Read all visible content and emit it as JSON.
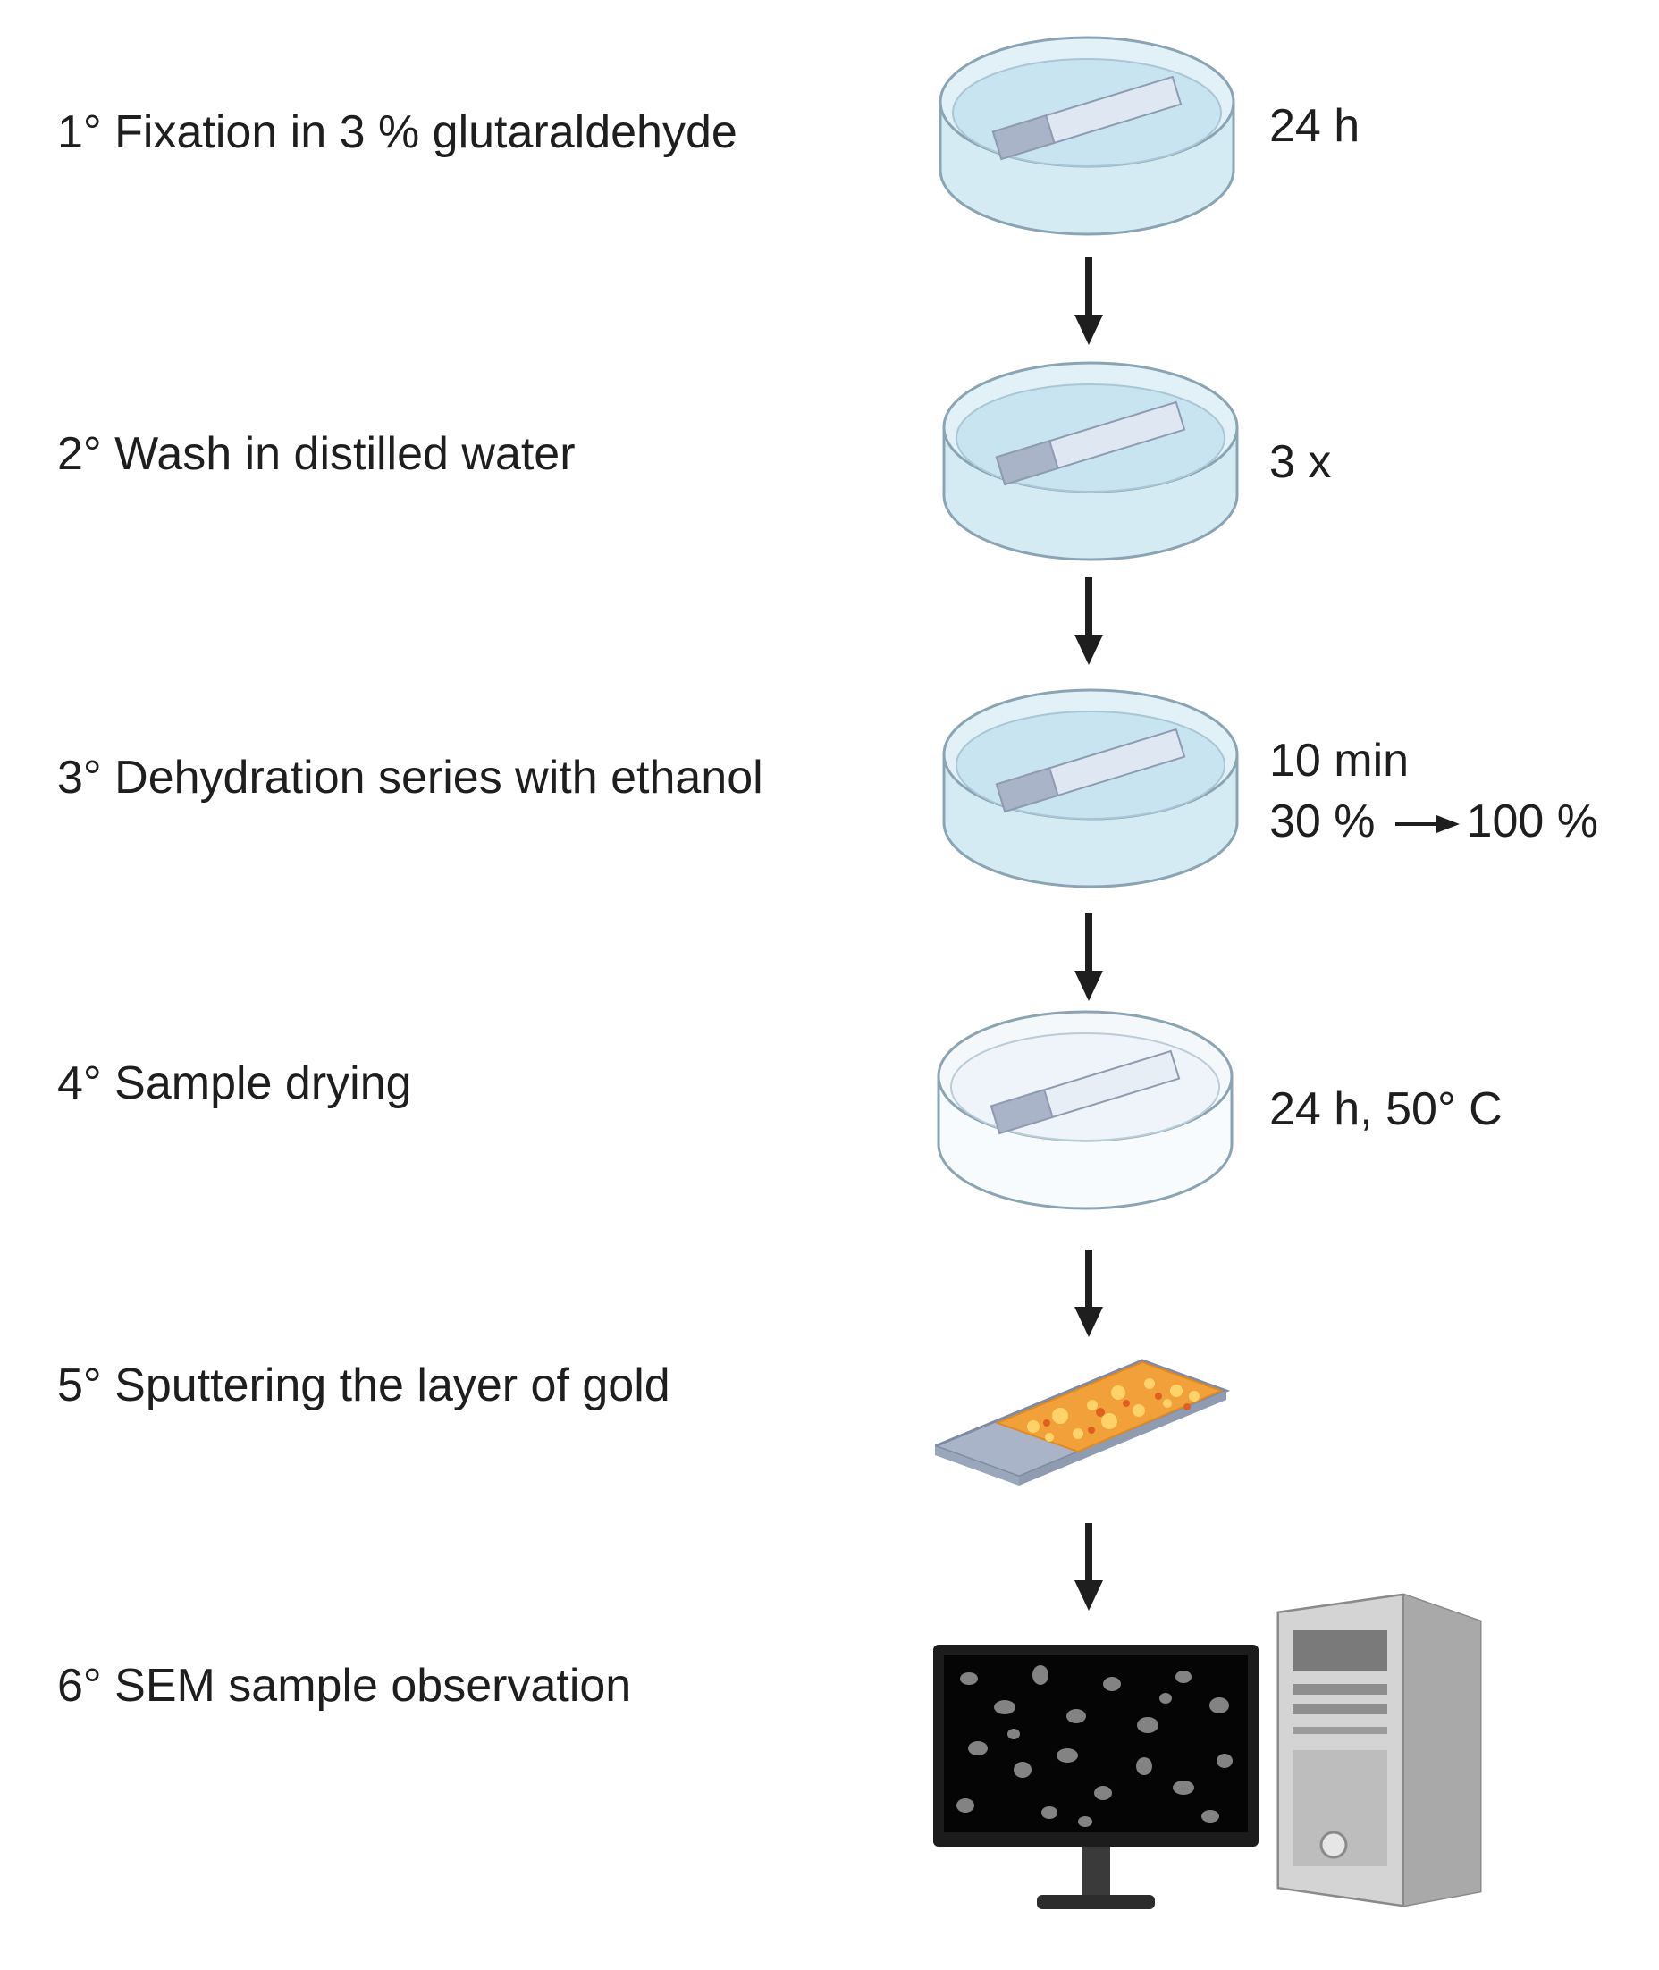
{
  "steps": [
    {
      "label": "1° Fixation in 3 % glutaraldehyde",
      "note": "24 h"
    },
    {
      "label": "2° Wash in distilled water",
      "note": "3 x"
    },
    {
      "label": "3° Dehydration series with ethanol",
      "note_line1": "10 min",
      "note_from": "30 %",
      "note_to": "100 %"
    },
    {
      "label": "4° Sample drying",
      "note": "24 h, 50° C"
    },
    {
      "label": "5° Sputtering the layer of gold"
    },
    {
      "label": "6° SEM sample observation"
    }
  ],
  "icons": {
    "dish_filled": "petri-dish-with-liquid-icon",
    "dish_dry": "petri-dish-dry-icon",
    "slide_gold": "gold-coated-slide-icon",
    "sem": "sem-computer-icon"
  },
  "colors": {
    "liquid": "#cfe8f3",
    "rim": "#8aa4b4",
    "slide": "#aab4c8",
    "gold": "#f2a13a",
    "arrow": "#1e1e1e"
  }
}
